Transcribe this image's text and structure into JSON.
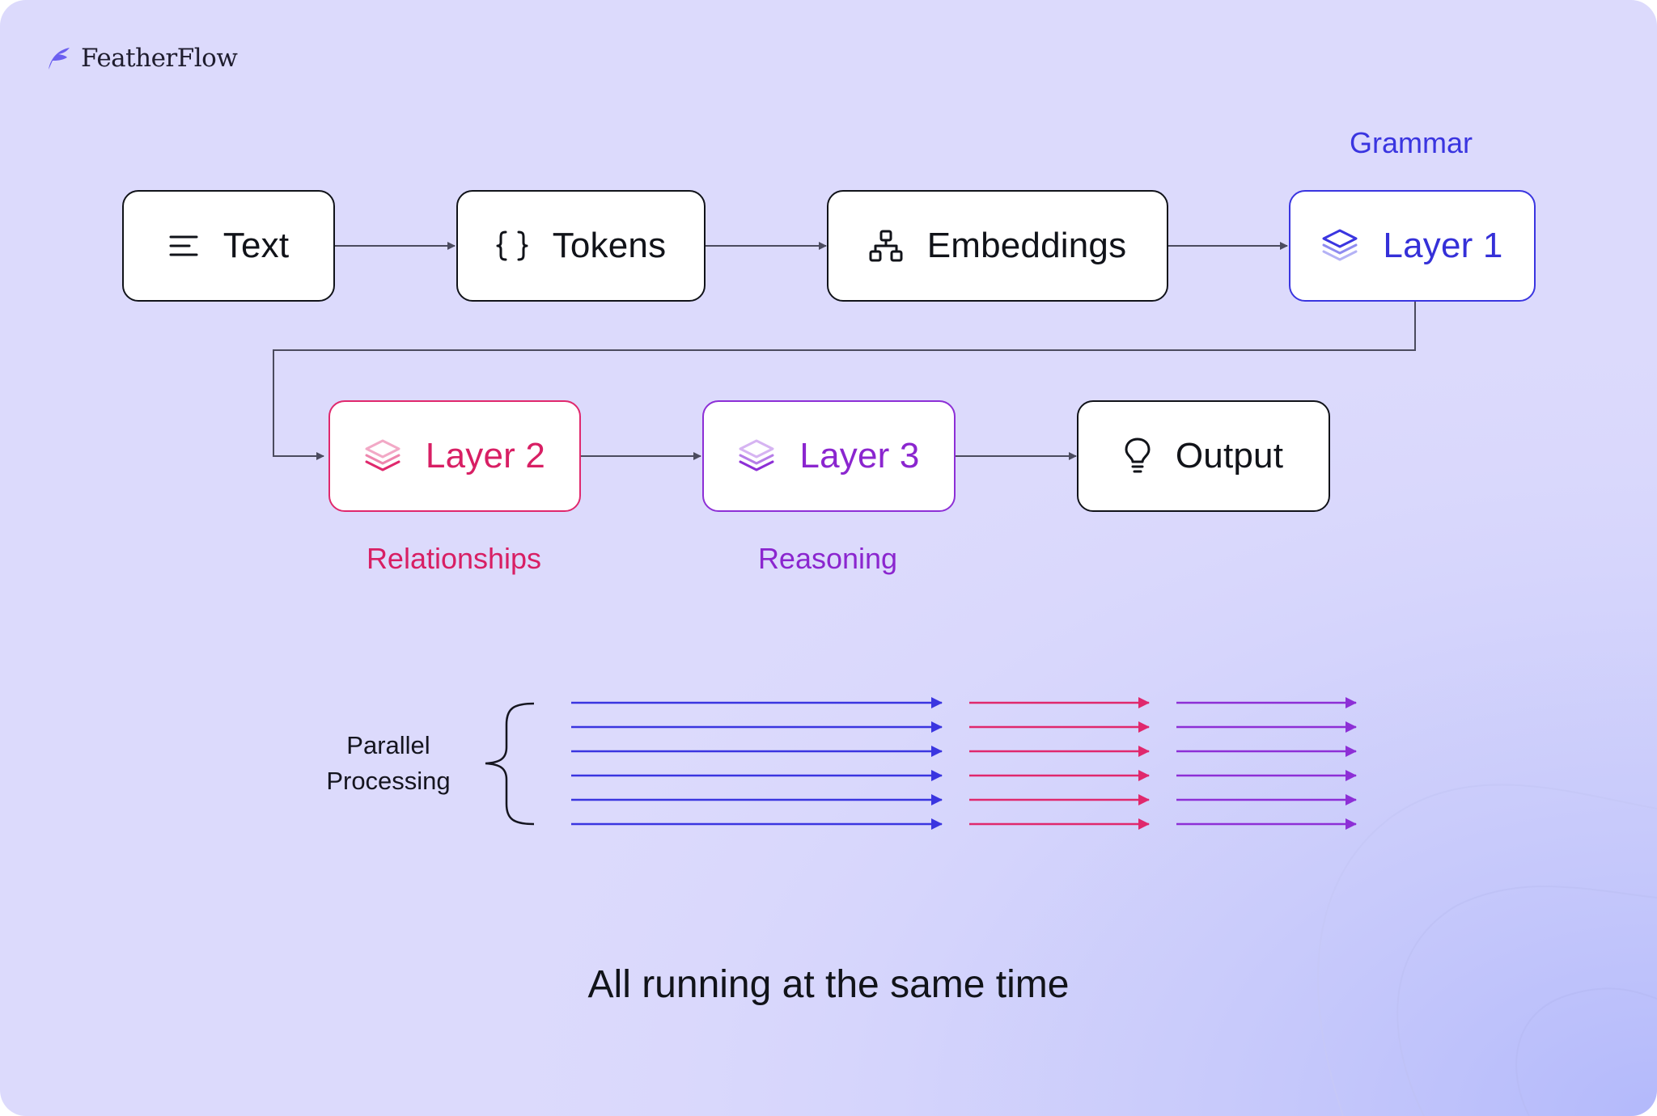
{
  "brand": {
    "name": "FeatherFlow",
    "icon": "feather-icon",
    "color": "#6b5ff0"
  },
  "nodes": {
    "text": {
      "label": "Text",
      "icon": "text-lines-icon"
    },
    "tokens": {
      "label": "Tokens",
      "icon": "curly-braces-icon"
    },
    "embeddings": {
      "label": "Embeddings",
      "icon": "hierarchy-icon"
    },
    "layer1": {
      "label": "Layer 1",
      "icon": "layers-icon",
      "color": "#3a35e0"
    },
    "layer2": {
      "label": "Layer 2",
      "icon": "layers-icon",
      "color": "#e0286d"
    },
    "layer3": {
      "label": "Layer 3",
      "icon": "layers-icon",
      "color": "#8d2fd6"
    },
    "output": {
      "label": "Output",
      "icon": "lightbulb-icon"
    }
  },
  "captions": {
    "layer1": "Grammar",
    "layer2": "Relationships",
    "layer3": "Reasoning"
  },
  "parallel": {
    "label_line1": "Parallel",
    "label_line2": "Processing",
    "arrow_rows": 6,
    "groups": [
      {
        "color": "#3a35e0"
      },
      {
        "color": "#e0286d"
      },
      {
        "color": "#8d2fd6"
      }
    ]
  },
  "footer": "All running at the same time"
}
